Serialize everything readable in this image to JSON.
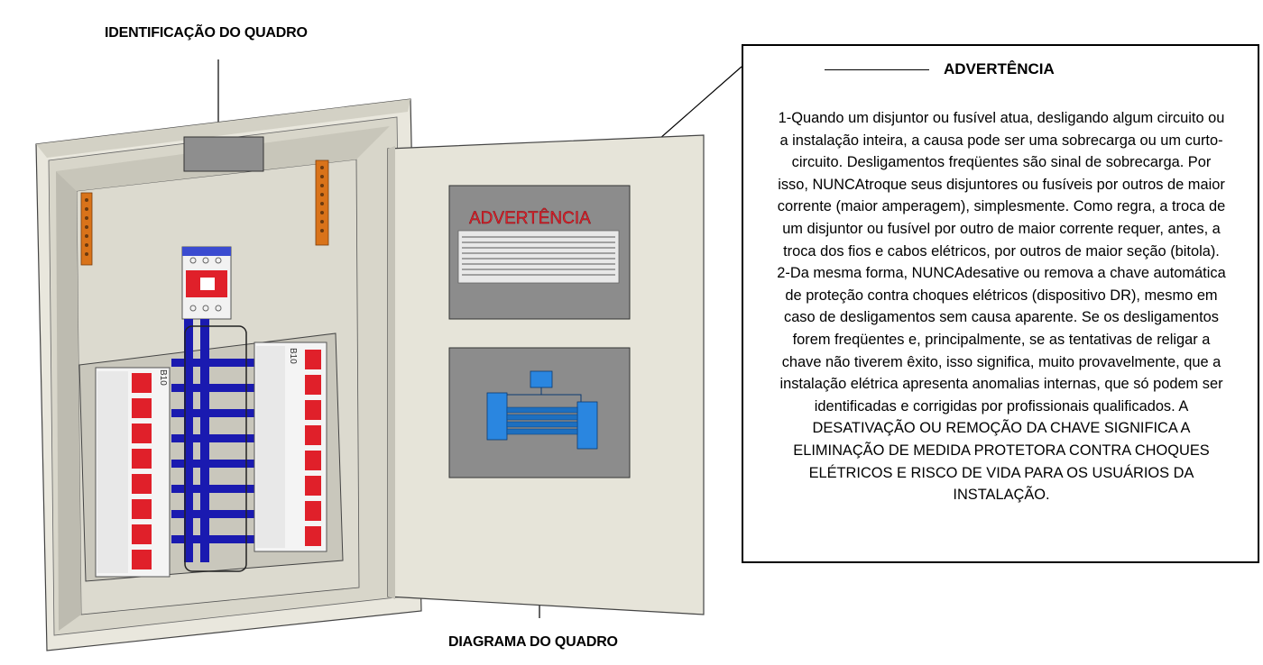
{
  "labels": {
    "identification": "IDENTIFICAÇÃO DO QUADRO",
    "diagram": "DIAGRAMA DO QUADRO"
  },
  "door_plate": {
    "title": "ADVERTÊNCIA"
  },
  "breakers": {
    "left_rating": "B10",
    "right_rating": "B10"
  },
  "warning": {
    "title": "ADVERTÊNCIA",
    "text": "1-Quando um disjuntor ou fusível atua, desligando algum circuito ou\na instalação inteira, a causa pode ser uma sobrecarga ou um curto-\ncircuito. Desligamentos freqüentes são sinal de sobrecarga. Por\nisso, NUNCAtroque seus disjuntores ou fusíveis por outros de maior\ncorrente (maior amperagem), simplesmente. Como regra, a troca de\num disjuntor ou fusível por outro de maior corrente requer, antes, a\ntroca dos fios e cabos elétricos, por outros de maior seção (bitola).\n2-Da mesma forma, NUNCAdesative ou remova a chave automática\nde proteção contra choques elétricos (dispositivo DR), mesmo em\ncaso de desligamentos sem causa aparente. Se os desligamentos\nforem freqüentes e, principalmente, se as tentativas de religar a\nchave não tiverem êxito, isso significa, muito provavelmente, que a\ninstalação elétrica apresenta anomalias internas, que só podem ser\nidentificadas e corrigidas por profissionais qualificados. A\nDESATIVAÇÃO OU REMOÇÃO DA CHAVE SIGNIFICA A\nELIMINAÇÃO DE MEDIDA PROTETORA CONTRA CHOQUES\nELÉTRICOS E RISCO DE VIDA PARA OS USUÁRIOS DA\nINSTALAÇÃO."
  },
  "colors": {
    "panel": "#e6e4d9",
    "interior": "#dedcd0",
    "breaker_red": "#e0202a",
    "bus_blue": "#1a1ab0",
    "terminal_orange": "#d9731a",
    "plate_gray": "#8c8c8c",
    "diagram_blue": "#2a86e0"
  }
}
